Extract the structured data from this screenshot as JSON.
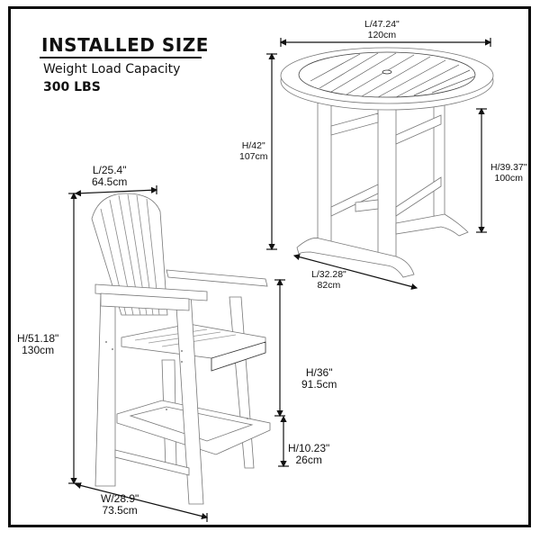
{
  "header": {
    "title": "INSTALLED SIZE",
    "subtitle": "Weight Load Capacity",
    "capacity": "300 LBS"
  },
  "table": {
    "length": {
      "imperial": "L/47.24\"",
      "metric": "120cm"
    },
    "height": {
      "imperial": "H/42\"",
      "metric": "107cm"
    },
    "inner_height": {
      "imperial": "H/39.37\"",
      "metric": "100cm"
    },
    "depth": {
      "imperial": "L/32.28\"",
      "metric": "82cm"
    }
  },
  "chair": {
    "length": {
      "imperial": "L/25.4\"",
      "metric": "64.5cm"
    },
    "height": {
      "imperial": "H/51.18\"",
      "metric": "130cm"
    },
    "seat_height": {
      "imperial": "H/36\"",
      "metric": "91.5cm"
    },
    "footrest_height": {
      "imperial": "H/10.23\"",
      "metric": "26cm"
    },
    "width": {
      "imperial": "W/28.9\"",
      "metric": "73.5cm"
    }
  }
}
